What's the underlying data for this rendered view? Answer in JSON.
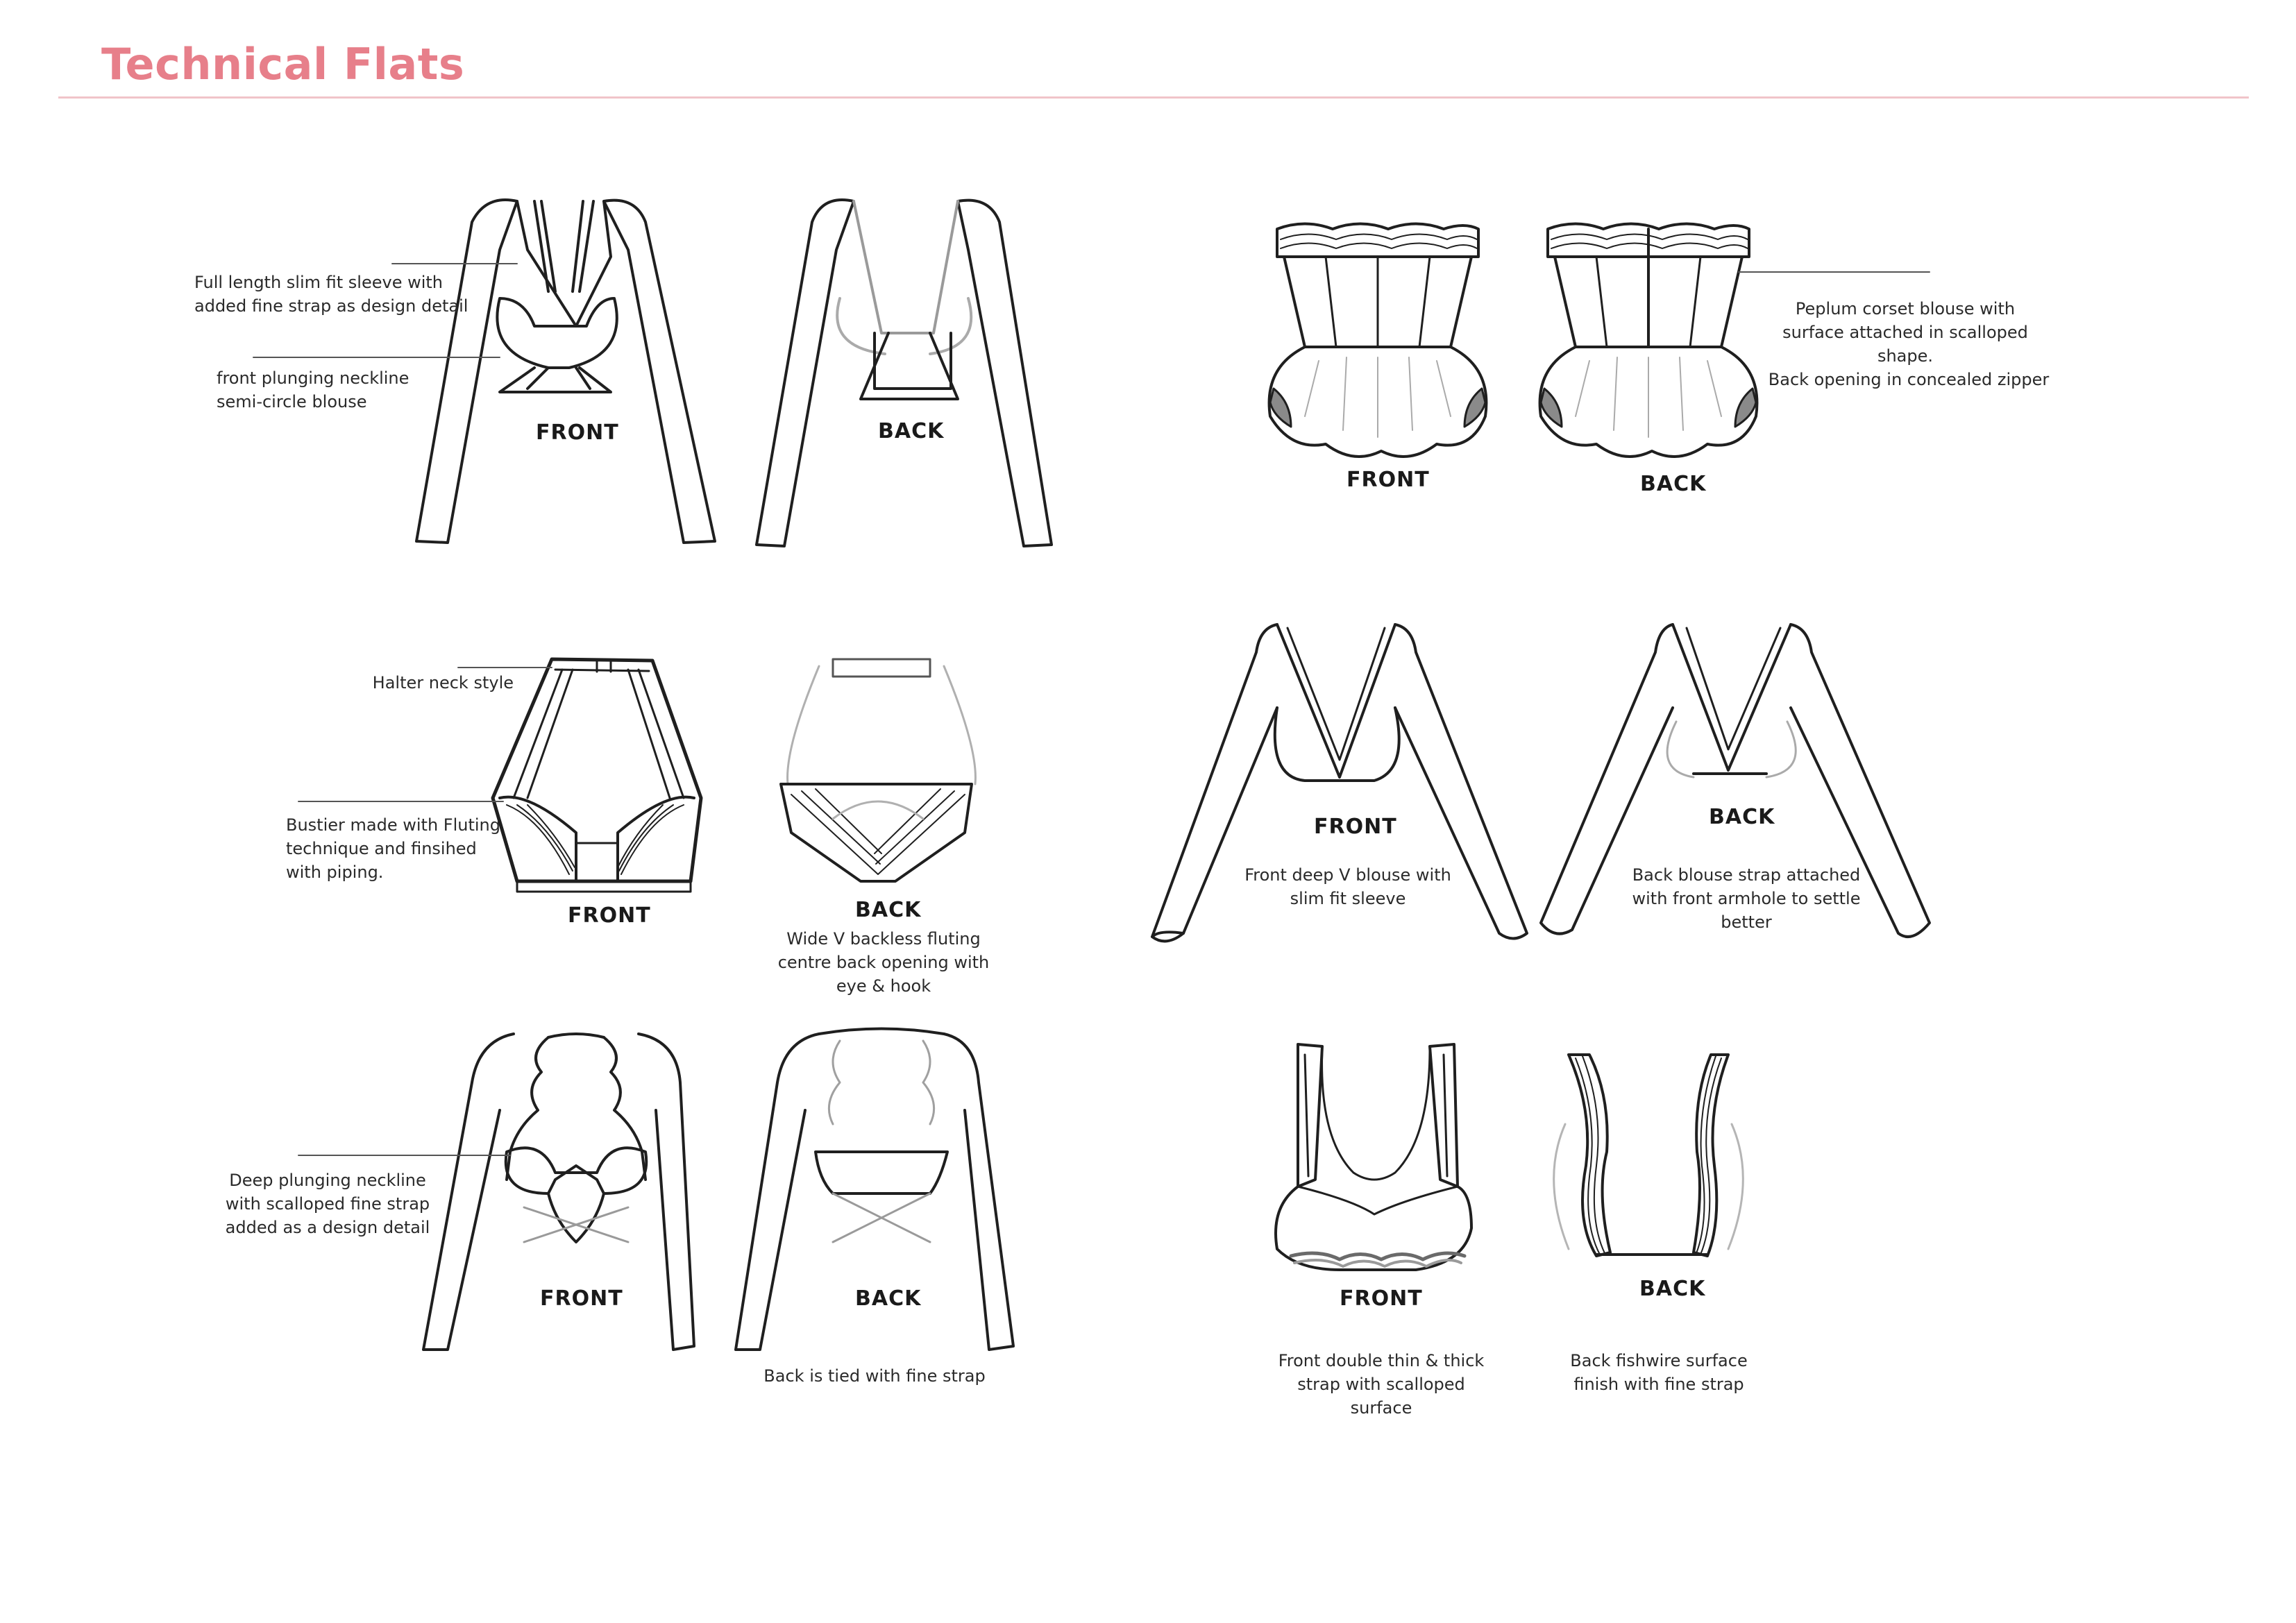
{
  "page": {
    "title": "Technical Flats"
  },
  "views": {
    "front": "FRONT",
    "back": "BACK"
  },
  "garments": [
    {
      "id": "g1",
      "notes": [
        "Full length slim fit sleeve with added fine strap as design detail",
        "front plunging neckline semi-circle blouse"
      ]
    },
    {
      "id": "g2",
      "notes": [
        "Halter neck style",
        "Bustier made with Fluting technique and finsihed with piping.",
        "Wide V backless fluting centre back opening with eye & hook"
      ]
    },
    {
      "id": "g3",
      "notes": [
        "Deep plunging neckline with scalloped fine strap added as a design detail",
        "Back is tied with fine strap"
      ]
    },
    {
      "id": "g4",
      "notes": [
        "Peplum corset blouse with surface attached in scalloped shape.",
        "Back opening in concealed zipper"
      ]
    },
    {
      "id": "g5",
      "notes": [
        "Front deep V blouse with slim fit sleeve",
        "Back blouse strap attached with front armhole to settle better"
      ]
    },
    {
      "id": "g6",
      "notes": [
        "Front double thin & thick strap with scalloped surface",
        "Back fishwire surface finish with fine strap"
      ]
    }
  ],
  "colors": {
    "accent": "#e77f8a",
    "rule": "#f0c4c9",
    "line": "#1f1f1f",
    "shade": "#8a8a8a"
  }
}
